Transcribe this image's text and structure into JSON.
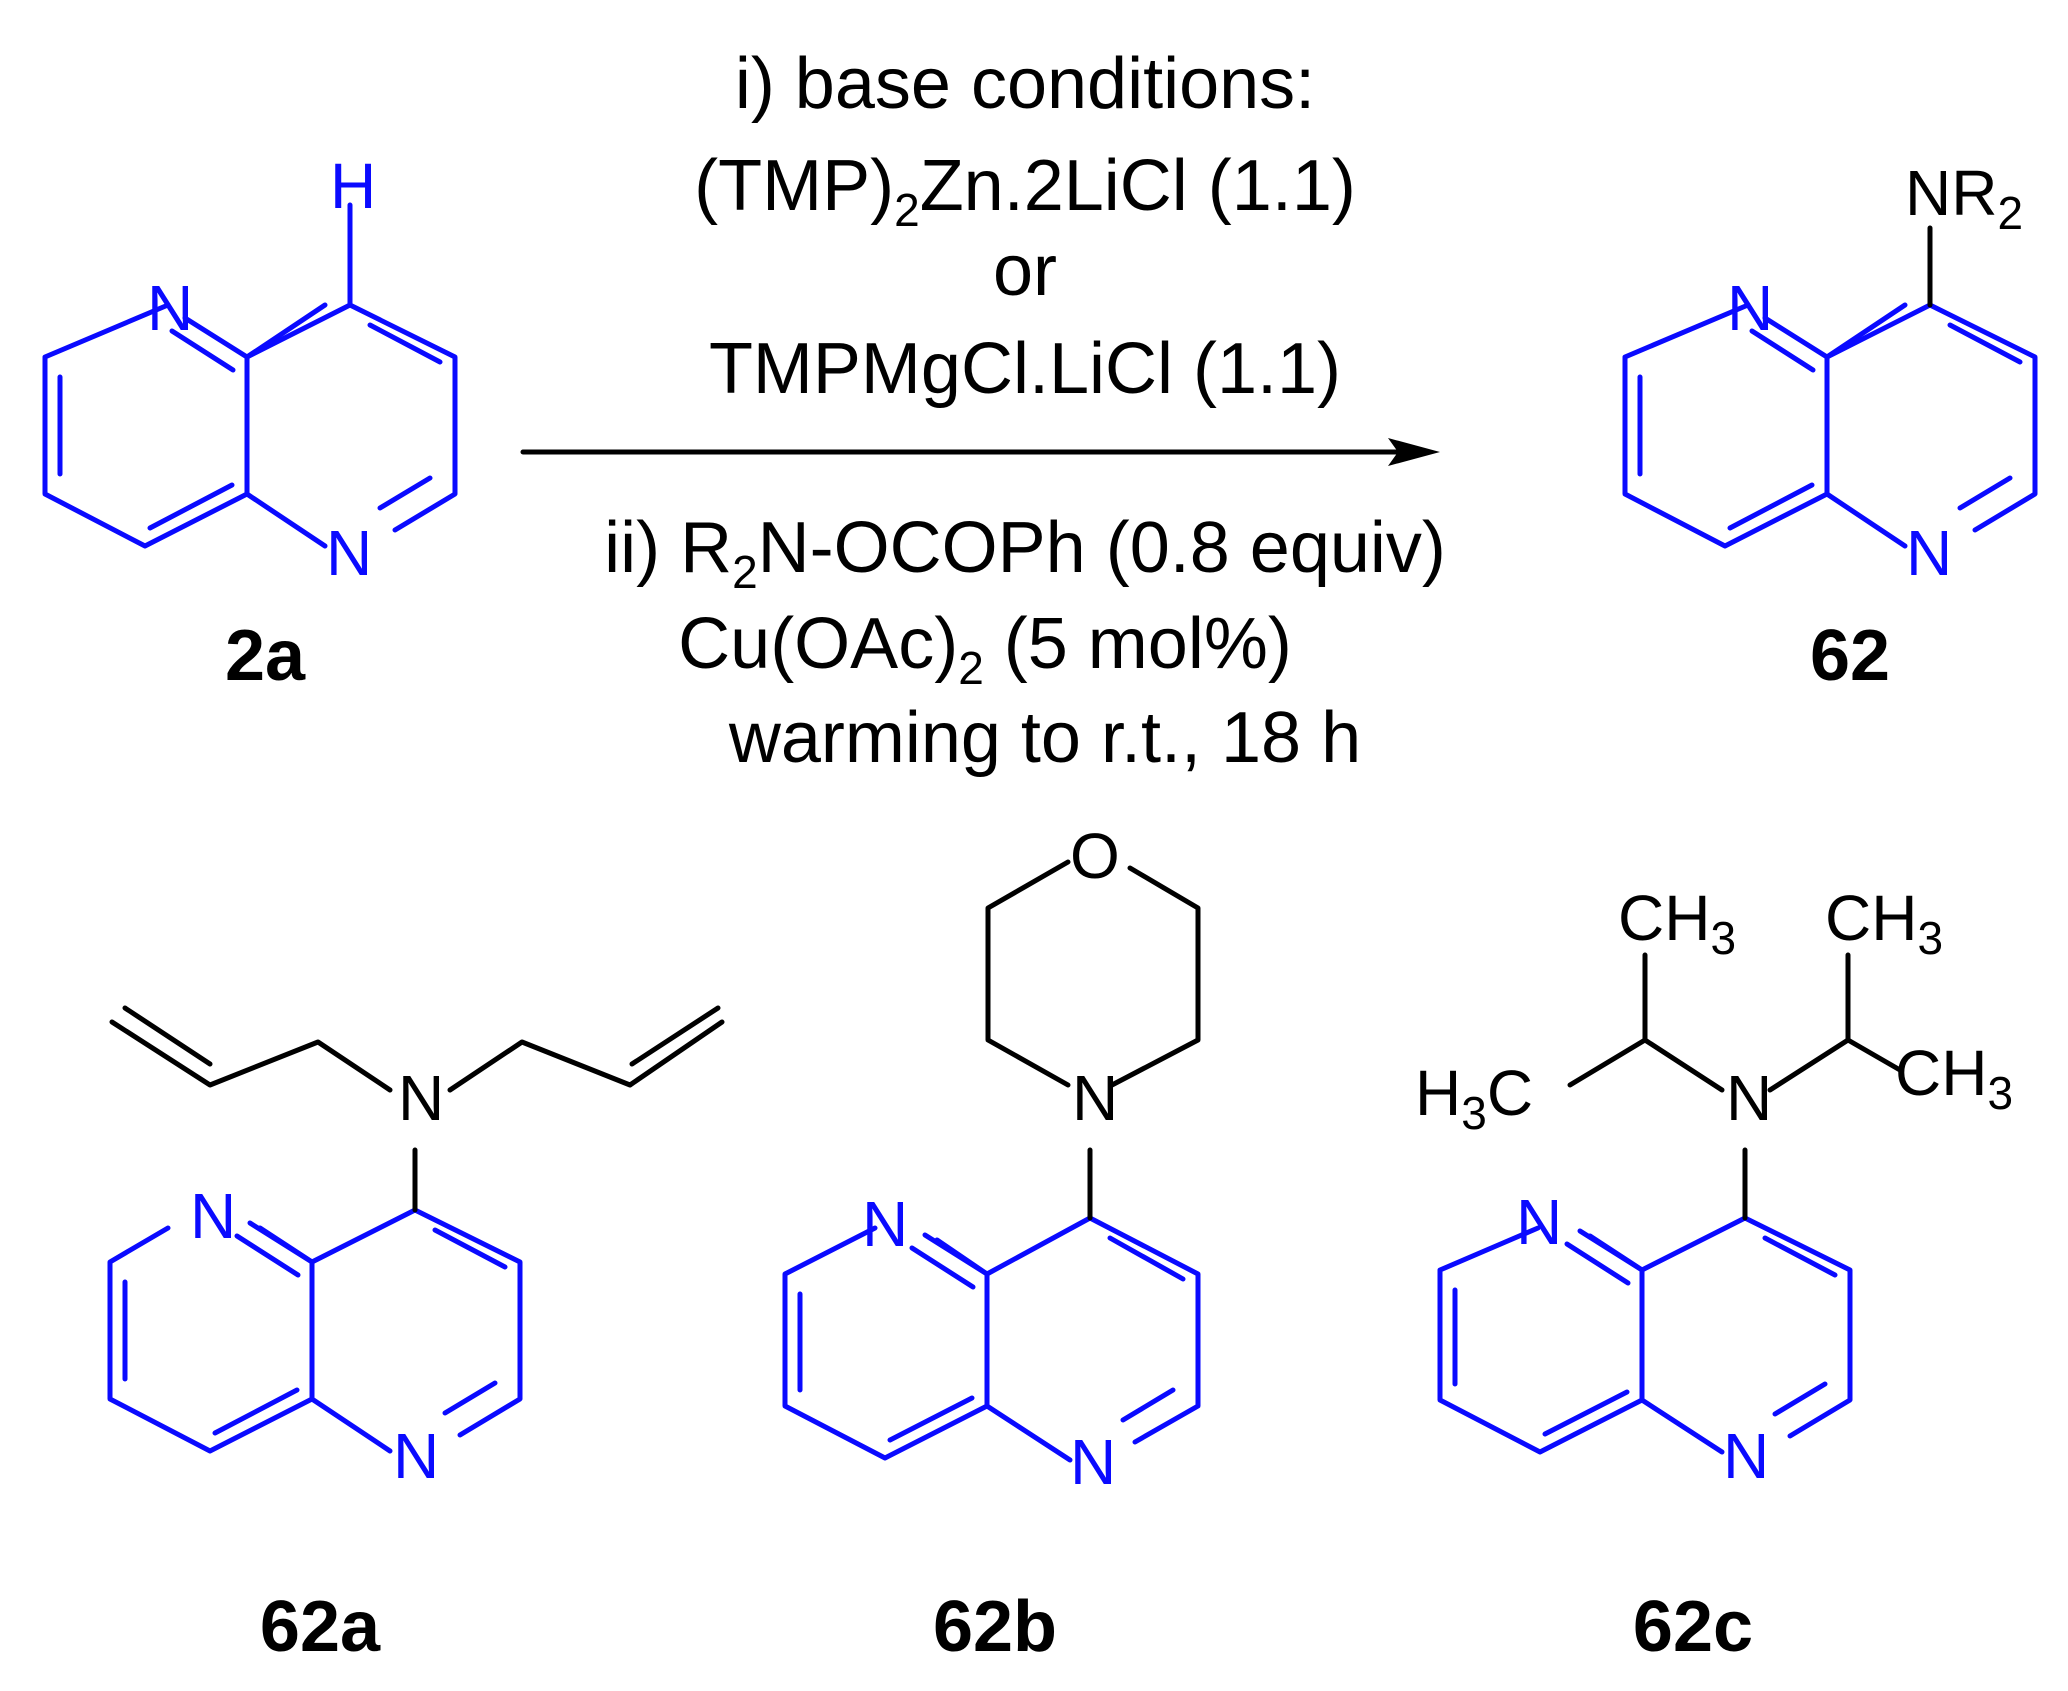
{
  "conditions": {
    "line1": "i) base conditions:",
    "line2_main": "(TMP)",
    "line2_sub": "2",
    "line2_rest": "Zn.2LiCl (1.1)",
    "line3": "or",
    "line4": "TMPMgCl.LiCl (1.1)",
    "line5_prefix": "ii) R",
    "line5_sub": "2",
    "line5_rest": "N-OCOPh (0.8 equiv)",
    "line6_main": "Cu(OAc)",
    "line6_sub": "2",
    "line6_rest": " (5 mol%)",
    "line7": "warming to r.t., 18 h"
  },
  "atoms": {
    "N": "N",
    "H": "H",
    "O": "O",
    "NR": "NR",
    "two": "2",
    "CH": "CH",
    "three": "3",
    "HthreeC_H": "H",
    "HthreeC_C": "C"
  },
  "labels": {
    "sm": "2a",
    "product": "62",
    "p_a": "62a",
    "p_b": "62b",
    "p_c": "62c"
  },
  "colors": {
    "ring": "#0a0aff",
    "text": "#000000"
  }
}
